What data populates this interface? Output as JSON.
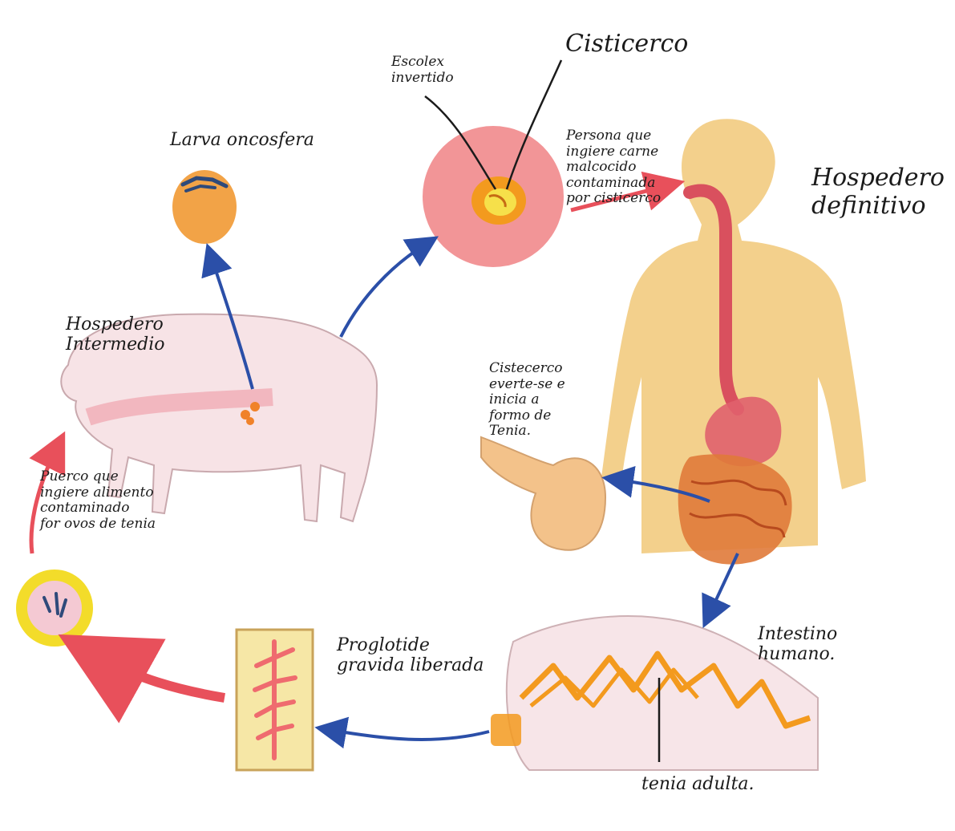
{
  "diagram": {
    "labels": {
      "cisticerco": "Cisticerco",
      "escolex": [
        "Escolex",
        "invertido"
      ],
      "larva": "Larva oncosfera",
      "hosp_intermedio": [
        "Hospedero",
        "Intermedio"
      ],
      "persona": [
        "Persona que",
        "ingiere carne",
        "malcocido",
        "contaminada",
        "por cisticerco"
      ],
      "hosp_definitivo": [
        "Hospedero",
        "definitivo"
      ],
      "cistecerco": [
        "Cistecerco",
        "everte-se e",
        "inicia a",
        "formo de",
        "Tenia."
      ],
      "puerco": [
        "Puerco que",
        "ingiere alimento",
        "contaminado",
        "for ovos de tenia"
      ],
      "intestino": [
        "Intestino",
        "humano."
      ],
      "proglotide": [
        "Proglotide",
        "gravida liberada"
      ],
      "tenia": "tenia adulta."
    },
    "colors": {
      "blue_arrow": "#2b4fa8",
      "red_arrow": "#e8505b",
      "body": "#f1c878",
      "pig": "#f7e3e6",
      "worm": "#f39a1e",
      "egg_yellow": "#f3dc2a"
    },
    "icons": [
      "arrow-icon",
      "egg-icon",
      "cyst-icon",
      "human-body-icon",
      "pig-icon",
      "worm-icon"
    ]
  }
}
